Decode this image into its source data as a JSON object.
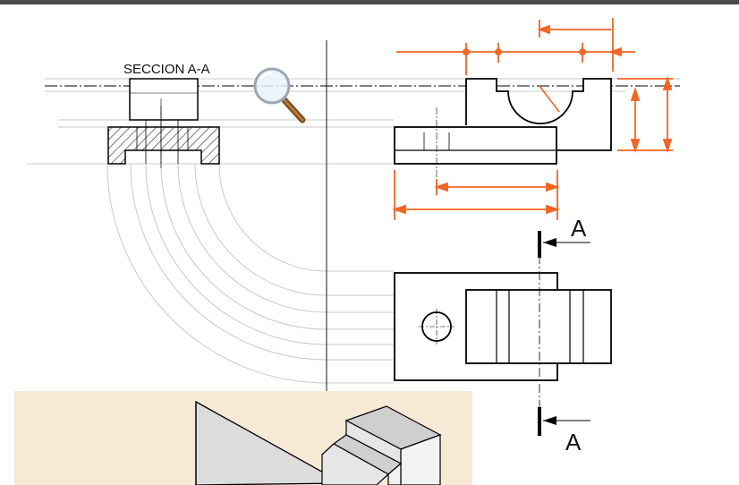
{
  "section_title": "SECCION A-A",
  "cut_marker_top": "A",
  "cut_marker_bottom": "A",
  "icons": {
    "zoom": "magnifier-icon"
  },
  "colors": {
    "dimension": "#f26522",
    "outline": "#000000",
    "projection": "#c0c0c0",
    "isometric_panel": "#f6e9d5",
    "top_bar": "#4a4a4a"
  }
}
